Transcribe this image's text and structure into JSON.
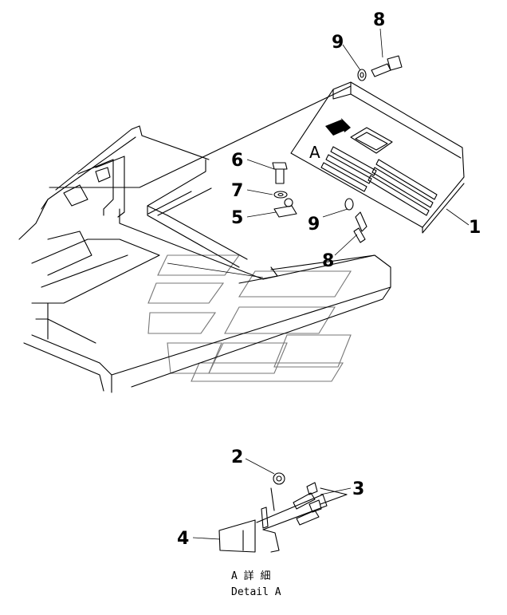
{
  "callouts": {
    "c1": "1",
    "c2": "2",
    "c3": "3",
    "c4": "4",
    "c5": "5",
    "c6": "6",
    "c7": "7",
    "c8a": "8",
    "c8b": "8",
    "c9a": "9",
    "c9b": "9"
  },
  "view_marker": "A",
  "caption": {
    "japanese": "A 詳 細",
    "english": "Detail A"
  },
  "colors": {
    "ink": "#000000",
    "watermark": "#777777",
    "background": "#ffffff"
  }
}
